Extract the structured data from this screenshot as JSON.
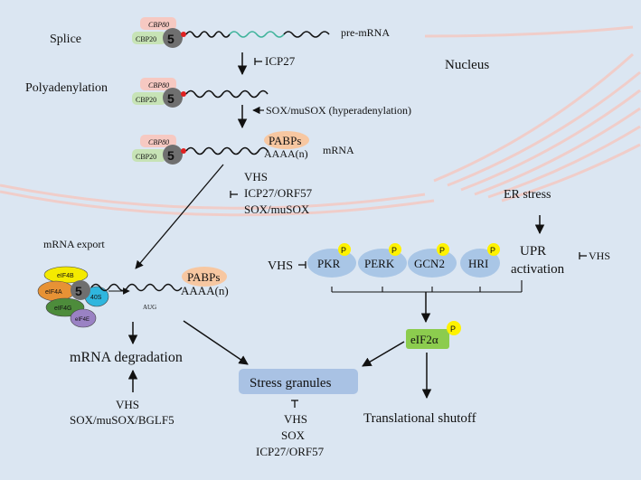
{
  "nucleus": {
    "label": "Nucleus"
  },
  "steps": {
    "splice": "Splice",
    "polyadenylation": "Polyadenylation",
    "mrna_export": "mRNA export",
    "mrna_degradation": "mRNA  degradation"
  },
  "cap": {
    "cbp80": "CBP80",
    "cbp20": "CBP20",
    "five": "5"
  },
  "transcripts": {
    "pre_mrna": "pre-mRNA",
    "mrna": "mRNA",
    "pabps": "PABPs",
    "polya": "AAAA(n)",
    "aug": "AUG"
  },
  "inhibitors": {
    "icp27": "ICP27",
    "sox_hyper": "SOX/muSOX (hyperadenylation)",
    "export_block": [
      "VHS",
      "ICP27/ORF57",
      "SOX/muSOX"
    ],
    "degradation": [
      "VHS",
      "SOX/muSOX/BGLF5"
    ],
    "granules": [
      "VHS",
      "SOX",
      "ICP27/ORF57"
    ],
    "vhs_pkr": "VHS",
    "vhs_upr": "VHS"
  },
  "initiation_complex": {
    "eif4b": "eIF4B",
    "eif4a": "eIF4A",
    "five": "5",
    "s40": "40S",
    "eif4g": "eIF4G",
    "eif4e": "eIF4E"
  },
  "kinases": [
    "PKR",
    "PERK",
    "GCN2",
    "HRI"
  ],
  "phospho": "P",
  "er_stress": "ER stress",
  "upr": [
    "UPR",
    "activation"
  ],
  "eif2a": "eIF2α",
  "stress_granules": "Stress granules",
  "translational_shutoff": "Translational shutoff",
  "colors": {
    "background": "#dbe6f2",
    "cbp80": "#f6c9c2",
    "cbp20": "#c7e3b6",
    "cap_gray": "#6f6f6f",
    "pabps": "#f7c7a1",
    "kinase": "#a9c6e6",
    "phospho": "#fff200",
    "eif2a": "#8ccc4e",
    "stress_granules": "#a9c2e4",
    "nucleus_lines": "#f4c9c3",
    "pre_mrna_wave": "#3fb39b"
  }
}
